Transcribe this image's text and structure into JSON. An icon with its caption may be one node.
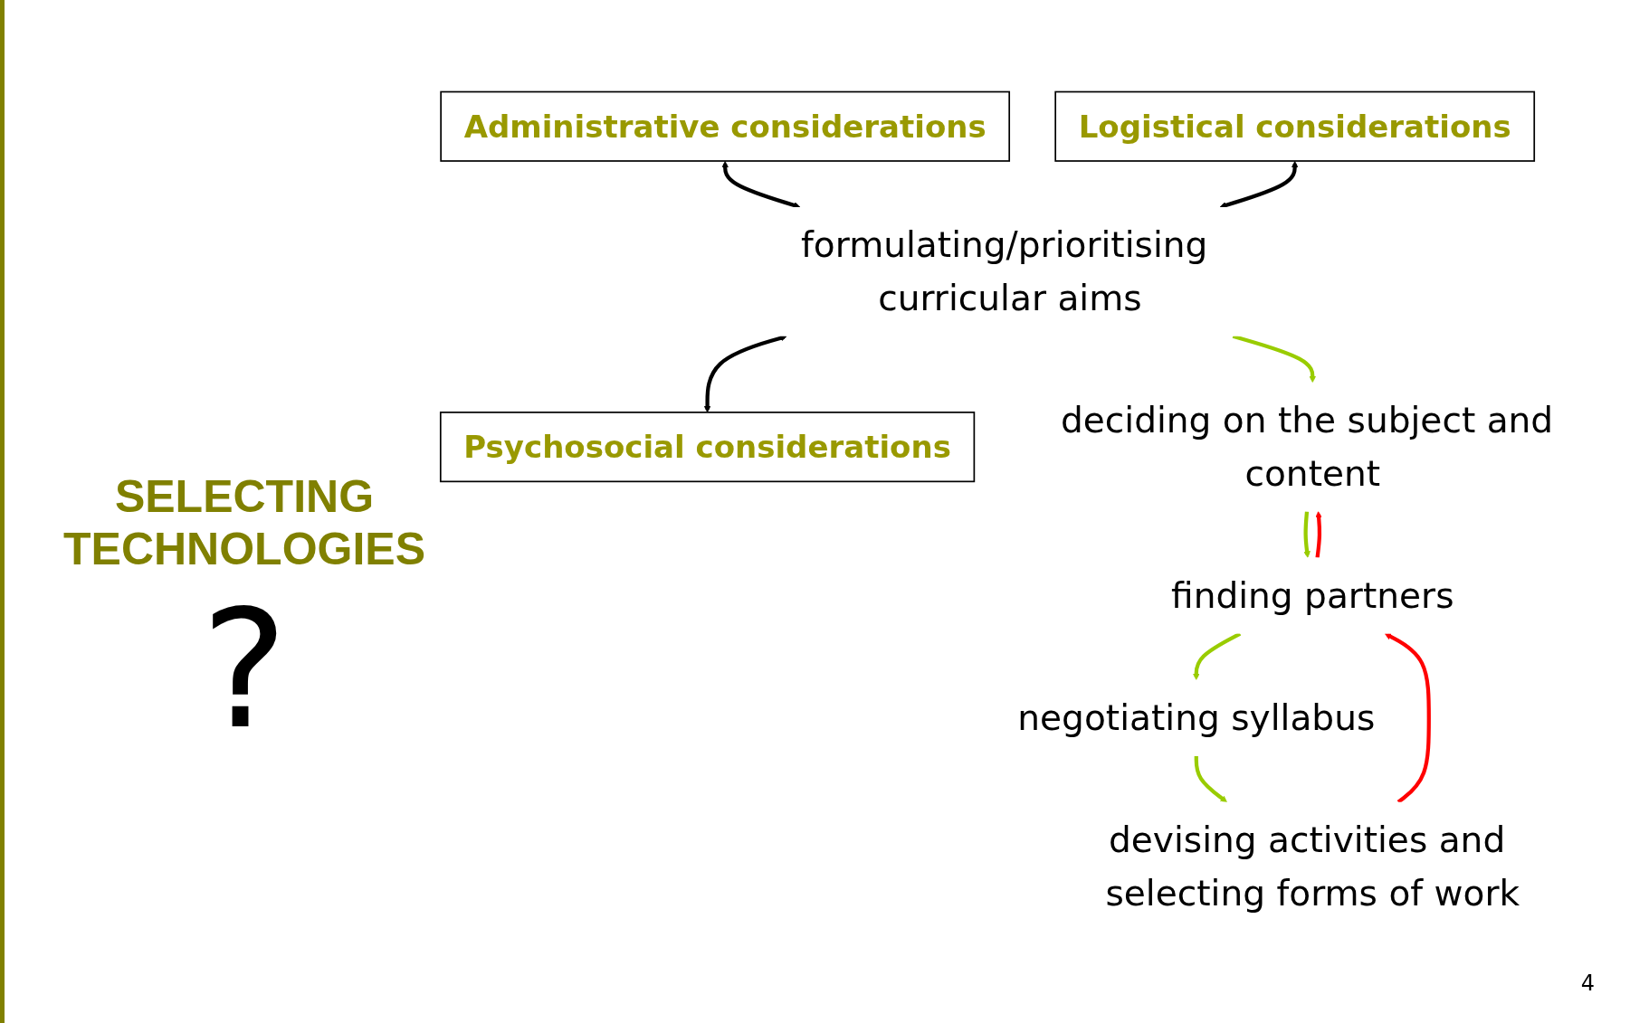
{
  "diagram": {
    "nodes": [
      {
        "text": [
          "Administrative considerations"
        ]
      },
      {
        "text": [
          "Logistical considerations"
        ]
      },
      {
        "text": [
          "formulating/prioritising curricular aims"
        ]
      },
      {
        "text": [
          "Psychosocial considerations"
        ]
      },
      {
        "text": [
          "deciding on the subject and content"
        ]
      },
      {
        "text": [
          "finding partners"
        ]
      },
      {
        "text": [
          "negotiating syllabus"
        ]
      },
      {
        "text": [
          "devising activities and selecting forms of work"
        ]
      }
    ],
    "edges": [
      {
        "from": 0,
        "to": 2,
        "arrow": "both",
        "color": "#000000"
      },
      {
        "from": 1,
        "to": 2,
        "arrow": "both",
        "color": "#000000"
      },
      {
        "from": 2,
        "to": 3,
        "arrow": "both",
        "color": "#000000"
      },
      {
        "from": 2,
        "to": 4,
        "arrow": "to"
      },
      {
        "from": 4,
        "to": 5,
        "arrow": "to"
      },
      {
        "from": 5,
        "to": 6,
        "arrow": "to"
      },
      {
        "from": 6,
        "to": 7,
        "arrow": "to"
      },
      {
        "from": 5,
        "to": 4,
        "arrow": "to",
        "color": "#ff0000"
      },
      {
        "from": 7,
        "to": 5,
        "arrow": "to",
        "color": "#ff0000"
      }
    ],
    "labels": [
      "SELECTING TECHNOLOGIES",
      "?",
      "4"
    ]
  }
}
